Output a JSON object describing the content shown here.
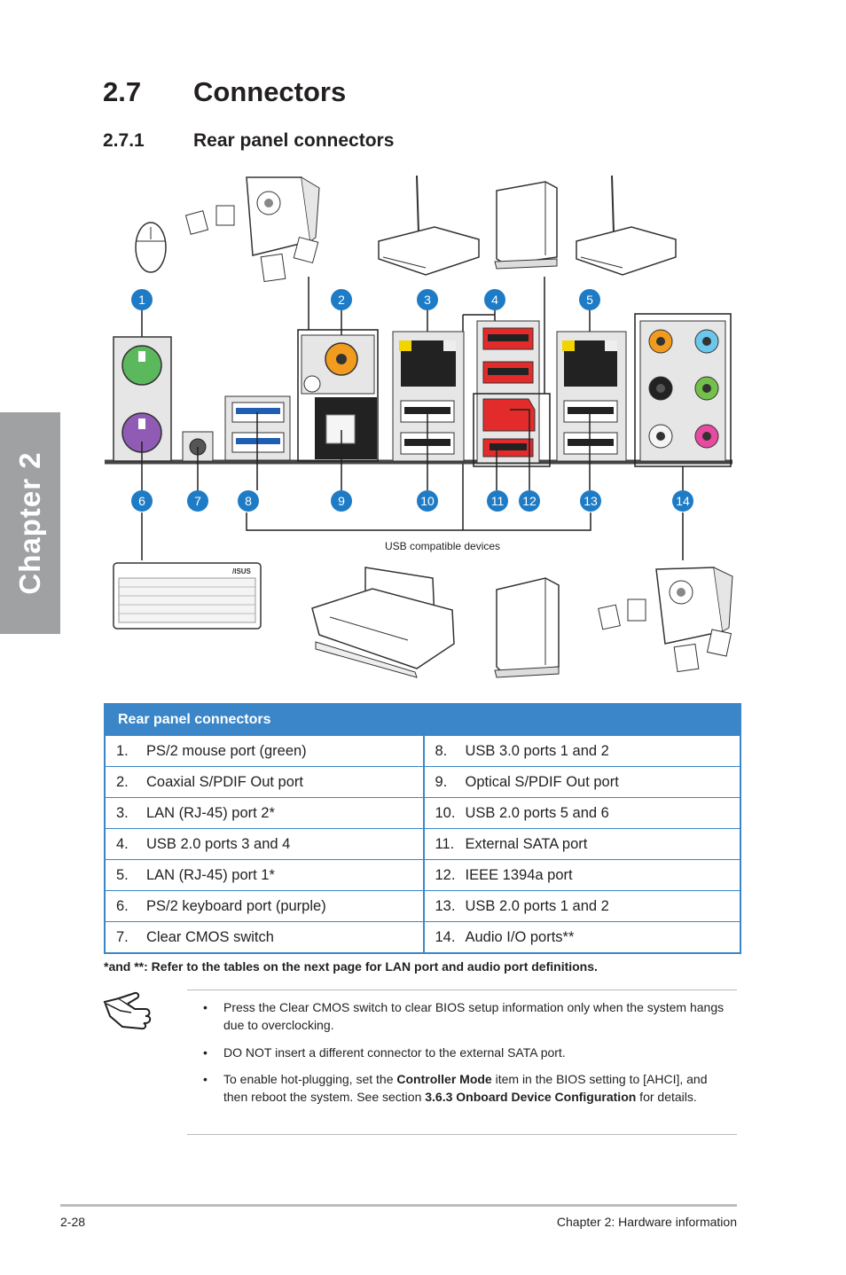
{
  "section": {
    "number": "2.7",
    "title": "Connectors"
  },
  "subsection": {
    "number": "2.7.1",
    "title": "Rear panel connectors"
  },
  "chapter_tab": "Chapter 2",
  "diagram": {
    "top_callouts": [
      "1",
      "2",
      "3",
      "4",
      "5"
    ],
    "bottom_callouts": [
      "6",
      "7",
      "8",
      "9",
      "10",
      "11",
      "12",
      "13",
      "14"
    ],
    "usb_label": "USB compatible devices",
    "keyboard_logo": "/ISUS"
  },
  "table": {
    "header": "Rear panel connectors",
    "rows": [
      {
        "left": {
          "n": "1.",
          "label": "PS/2 mouse port (green)"
        },
        "right": {
          "n": "8.",
          "label": "USB 3.0 ports 1 and 2"
        }
      },
      {
        "left": {
          "n": "2.",
          "label": "Coaxial S/PDIF Out port"
        },
        "right": {
          "n": "9.",
          "label": "Optical S/PDIF Out port"
        }
      },
      {
        "left": {
          "n": "3.",
          "label": "LAN (RJ-45) port 2*"
        },
        "right": {
          "n": "10.",
          "label": "USB 2.0 ports 5 and 6"
        }
      },
      {
        "left": {
          "n": "4.",
          "label": "USB 2.0 ports 3 and 4"
        },
        "right": {
          "n": "11.",
          "label": "External SATA port"
        }
      },
      {
        "left": {
          "n": "5.",
          "label": "LAN (RJ-45) port 1*"
        },
        "right": {
          "n": "12.",
          "label": "IEEE 1394a port"
        }
      },
      {
        "left": {
          "n": "6.",
          "label": "PS/2 keyboard port (purple)"
        },
        "right": {
          "n": "13.",
          "label": "USB 2.0 ports 1 and 2"
        }
      },
      {
        "left": {
          "n": "7.",
          "label": "Clear CMOS switch"
        },
        "right": {
          "n": "14.",
          "label": "Audio I/O ports**"
        }
      }
    ]
  },
  "footnote": "*and **: Refer to the tables on the next page for LAN port and audio port definitions.",
  "notes": {
    "bullet_char": "•",
    "b1": "Press the Clear CMOS switch to clear BIOS setup information only when the system hangs due to overclocking.",
    "b2": "DO NOT insert a different connector to the external SATA port.",
    "b3_pre": "To enable hot-plugging, set the ",
    "b3_bold1": "Controller Mode",
    "b3_mid": " item in the BIOS setting to [AHCI], and then reboot the system. See section ",
    "b3_bold2": "3.6.3 Onboard Device Configuration",
    "b3_post": " for details."
  },
  "footer": {
    "page": "2-28",
    "chapter": "Chapter 2: Hardware information"
  },
  "colors": {
    "accent_blue": "#3a86c8",
    "callout_blue": "#1e7bc6",
    "tab_gray": "#a0a1a3",
    "ps2_green": "#5cb85c",
    "ps2_purple": "#8f5bb5",
    "esata_red": "#e32b2b",
    "spdif_orange": "#f29c1f"
  }
}
